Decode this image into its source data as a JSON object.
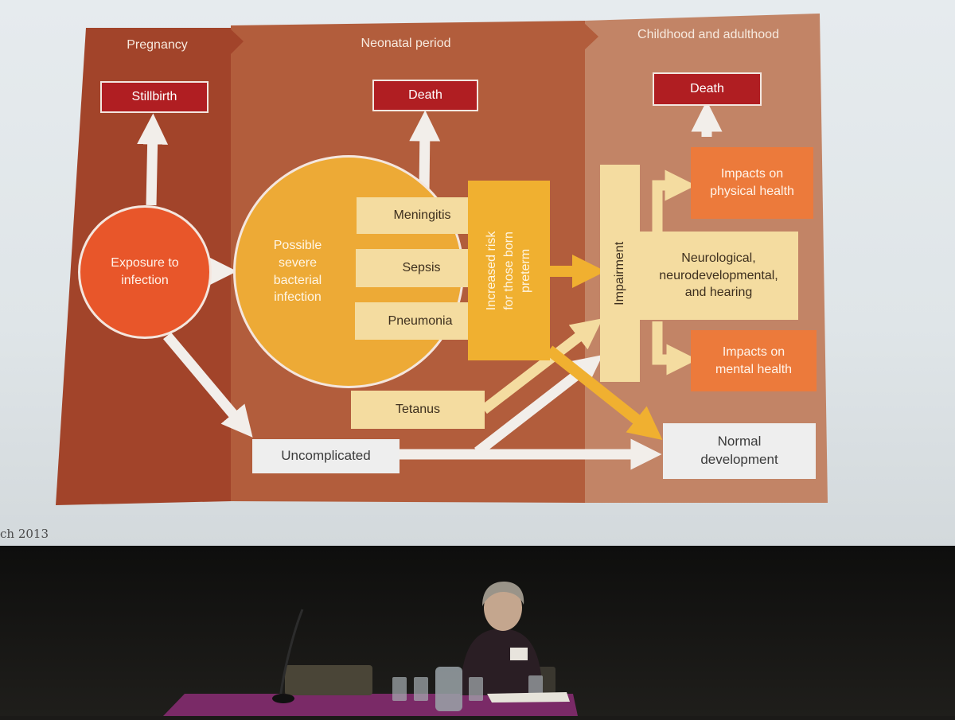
{
  "slide": {
    "footer_text": "ch 2013",
    "bands": {
      "pregnancy": "Pregnancy",
      "neonatal": "Neonatal period",
      "childhood": "Childhood and adulthood"
    },
    "nodes": {
      "stillbirth": "Stillbirth",
      "death_neonatal": "Death",
      "death_childhood": "Death",
      "exposure": "Exposure to infection",
      "severe_infection": "Possible severe bacterial infection",
      "meningitis": "Meningitis",
      "sepsis": "Sepsis",
      "pneumonia": "Pneumonia",
      "tetanus": "Tetanus",
      "preterm_risk": "Increased risk for those born preterm",
      "impairment": "Impairment",
      "neurological": "Neurological, neurodevelopmental, and hearing",
      "physical_health": "Impacts on physical health",
      "mental_health": "Impacts on mental health",
      "uncomplicated": "Uncomplicated",
      "normal_development": "Normal development"
    }
  },
  "colors": {
    "pregnancy_band": "#a2442a",
    "neonatal_band": "#b25d3c",
    "childhood_band": "#c28466",
    "death": "#b01e22",
    "exposure_circle": "#e8562a",
    "infection_circle": "#edaa36",
    "pale_box": "#f4dca0",
    "preterm": "#f0b030",
    "impact_orange": "#ec7a3b",
    "white_box": "#eeeeee"
  }
}
